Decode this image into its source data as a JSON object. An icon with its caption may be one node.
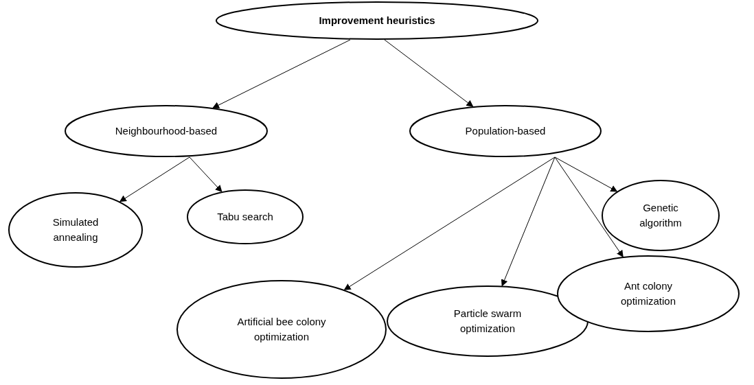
{
  "diagram": {
    "nodes": [
      {
        "text": [
          "Improvement heuristics"
        ]
      },
      {
        "text": [
          "Neighbourhood-based"
        ]
      },
      {
        "text": [
          "Population-based"
        ]
      },
      {
        "text": [
          "Simulated annealing"
        ]
      },
      {
        "text": [
          "Tabu search"
        ]
      },
      {
        "text": [
          "Genetic algorithm"
        ]
      },
      {
        "text": [
          "Artificial bee colony optimization"
        ]
      },
      {
        "text": [
          "Particle swarm optimization"
        ]
      },
      {
        "text": [
          "Ant colony optimization"
        ]
      }
    ],
    "edges": [
      {
        "from": 0,
        "to": 1,
        "arrow": "to"
      },
      {
        "from": 0,
        "to": 2,
        "arrow": "to"
      },
      {
        "from": 1,
        "to": 3,
        "arrow": "to"
      },
      {
        "from": 1,
        "to": 4,
        "arrow": "to"
      },
      {
        "from": 2,
        "to": 6,
        "arrow": "to"
      },
      {
        "from": 2,
        "to": 7,
        "arrow": "to"
      },
      {
        "from": 2,
        "to": 8,
        "arrow": "to"
      },
      {
        "from": 2,
        "to": 5,
        "arrow": "to"
      }
    ]
  }
}
